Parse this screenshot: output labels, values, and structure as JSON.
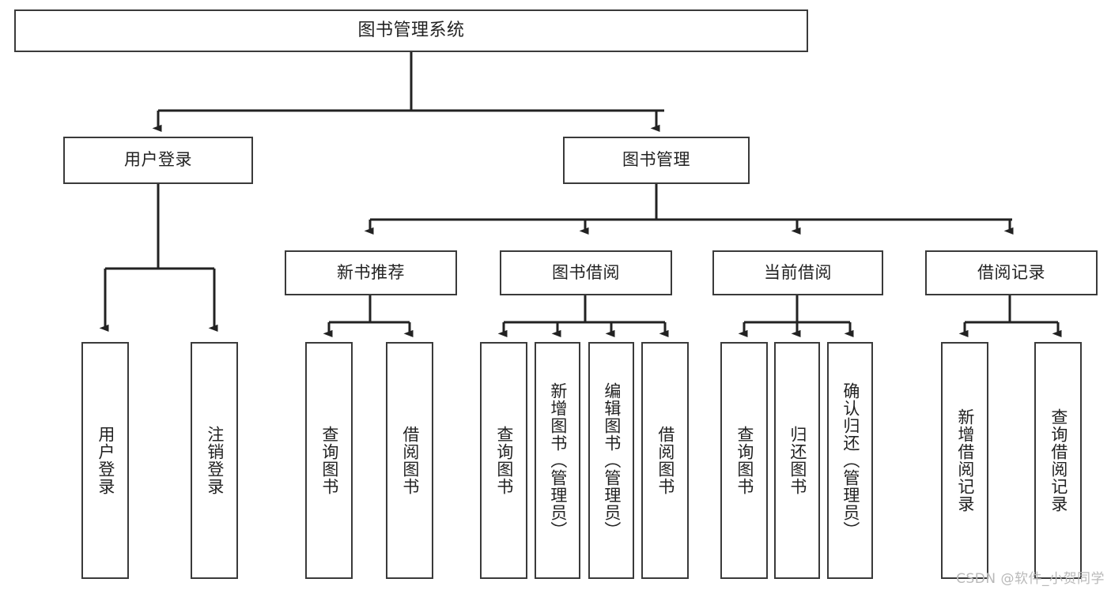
{
  "diagram": {
    "type": "tree-hierarchy-chart",
    "title": "图书管理系统",
    "watermark": "CSDN @软件_小贺同学",
    "colors": {
      "background": "#ffffff",
      "box_border": "#3a3a3a",
      "box_fill": "#ffffff",
      "connector": "#222222",
      "text": "#222222",
      "watermark": "#b9b9b9"
    },
    "nodes": {
      "root": {
        "label": "图书管理系统",
        "orientation": "horizontal"
      },
      "level1": [
        {
          "id": "user-login",
          "label": "用户登录",
          "orientation": "horizontal"
        },
        {
          "id": "book-manage",
          "label": "图书管理",
          "orientation": "horizontal"
        }
      ],
      "level2": [
        {
          "id": "new-book-recommend",
          "label": "新书推荐",
          "orientation": "horizontal",
          "parent": "book-manage"
        },
        {
          "id": "book-borrow",
          "label": "图书借阅",
          "orientation": "horizontal",
          "parent": "book-manage"
        },
        {
          "id": "current-borrow",
          "label": "当前借阅",
          "orientation": "horizontal",
          "parent": "book-manage"
        },
        {
          "id": "borrow-record",
          "label": "借阅记录",
          "orientation": "horizontal",
          "parent": "book-manage"
        }
      ],
      "leaves": [
        {
          "id": "leaf-user-login",
          "label": "用户登录",
          "orientation": "vertical",
          "parent": "user-login"
        },
        {
          "id": "leaf-logout-login",
          "label": "注销登录",
          "orientation": "vertical",
          "parent": "user-login"
        },
        {
          "id": "leaf-query-book-1",
          "label": "查询图书",
          "orientation": "vertical",
          "parent": "new-book-recommend"
        },
        {
          "id": "leaf-borrow-book-1",
          "label": "借阅图书",
          "orientation": "vertical",
          "parent": "new-book-recommend"
        },
        {
          "id": "leaf-query-book-2",
          "label": "查询图书",
          "orientation": "vertical",
          "parent": "book-borrow"
        },
        {
          "id": "leaf-add-book",
          "label": "新增图书（管理员）",
          "orientation": "vertical",
          "parent": "book-borrow"
        },
        {
          "id": "leaf-edit-book",
          "label": "编辑图书（管理员）",
          "orientation": "vertical",
          "parent": "book-borrow"
        },
        {
          "id": "leaf-borrow-book-2",
          "label": "借阅图书",
          "orientation": "vertical",
          "parent": "book-borrow"
        },
        {
          "id": "leaf-query-book-3",
          "label": "查询图书",
          "orientation": "vertical",
          "parent": "current-borrow"
        },
        {
          "id": "leaf-return-book",
          "label": "归还图书",
          "orientation": "vertical",
          "parent": "current-borrow"
        },
        {
          "id": "leaf-confirm-return",
          "label": "确认归还（管理员）",
          "orientation": "vertical",
          "parent": "current-borrow"
        },
        {
          "id": "leaf-add-record",
          "label": "新增借阅记录",
          "orientation": "vertical",
          "parent": "borrow-record"
        },
        {
          "id": "leaf-query-record",
          "label": "查询借阅记录",
          "orientation": "vertical",
          "parent": "borrow-record"
        }
      ]
    }
  }
}
